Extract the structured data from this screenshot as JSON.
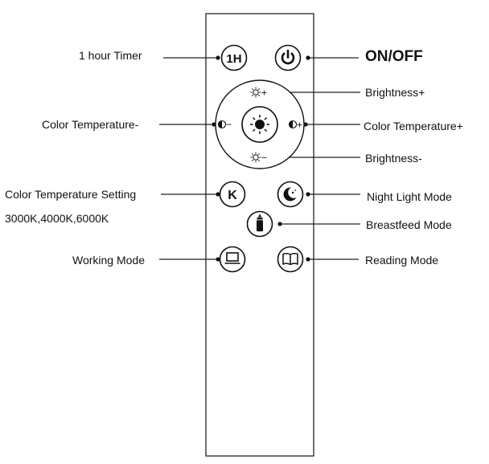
{
  "labels": {
    "timer": "1 hour Timer",
    "onoff": "ON/OFF",
    "brightness_up": "Brightness+",
    "ct_down": "Color Temperature-",
    "ct_up": "Color Temperature+",
    "brightness_down": "Brightness-",
    "ct_setting": "Color Temperature Setting",
    "ct_values": "3000K,4000K,6000K",
    "night": "Night Light Mode",
    "breastfeed": "Breastfeed Mode",
    "working": "Working Mode",
    "reading": "Reading Mode"
  },
  "buttons": {
    "timer_text": "1H",
    "k_text": "K",
    "plus": "+",
    "minus": "−"
  },
  "icons": {
    "timer": "timer-1h-icon",
    "power": "power-icon",
    "sun": "sun-icon",
    "ct_down": "half-circle-minus-icon",
    "ct_up": "half-circle-plus-icon",
    "k": "k-letter-icon",
    "night": "moon-stars-icon",
    "breastfeed": "baby-bottle-icon",
    "working": "laptop-icon",
    "reading": "open-book-icon"
  }
}
